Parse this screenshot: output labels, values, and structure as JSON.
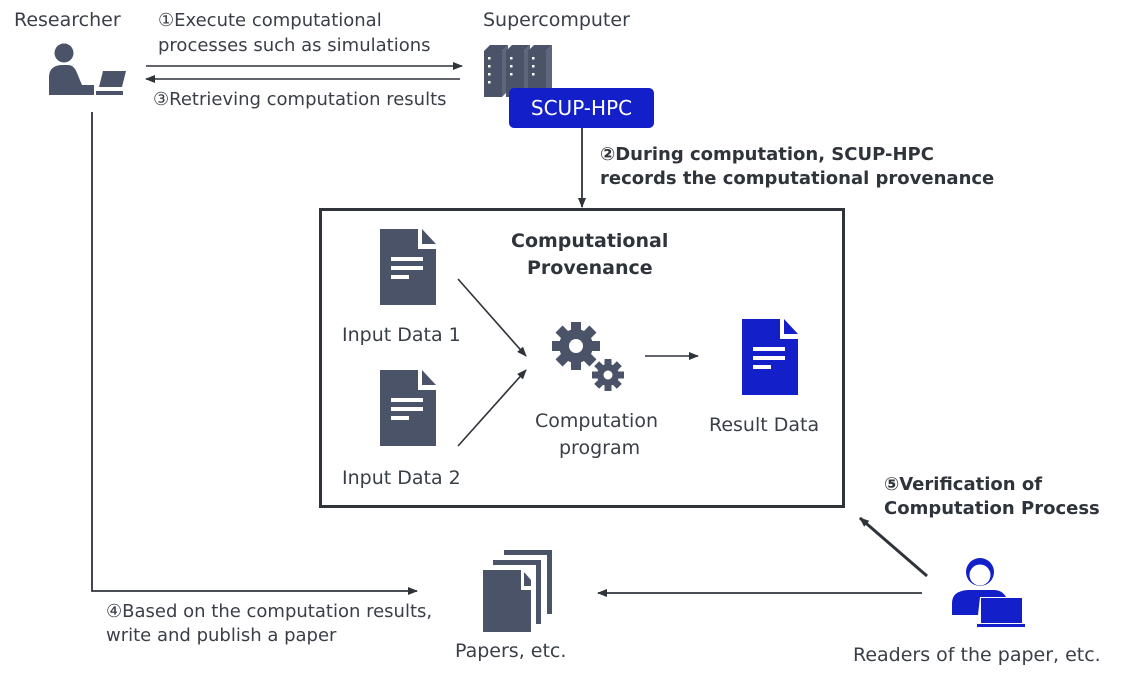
{
  "colors": {
    "icon_gray": "#4a5368",
    "accent_blue": "#1320c9",
    "line": "#2f343b",
    "text": "#3a3f47"
  },
  "actors": {
    "researcher": {
      "label": "Researcher",
      "icon": "researcher-at-laptop-icon"
    },
    "supercomputer": {
      "label": "Supercomputer",
      "icon": "server-racks-icon",
      "badge": "SCUP-HPC"
    },
    "readers": {
      "label": "Readers of the paper, etc.",
      "icon": "reader-at-laptop-icon"
    },
    "papers": {
      "label": "Papers, etc.",
      "icon": "stacked-documents-icon"
    }
  },
  "steps": {
    "step1": {
      "line1": "①Execute computational",
      "line2": "processes such as simulations"
    },
    "step2": {
      "line1": "②During computation, SCUP-HPC",
      "line2": "records the computational provenance"
    },
    "step3": {
      "line1": "③Retrieving computation results"
    },
    "step4": {
      "line1": "④Based on the computation results,",
      "line2": "write and publish a paper"
    },
    "step5": {
      "line1": "⑤Verification of",
      "line2": "Computation Process"
    }
  },
  "provenance": {
    "title_line1": "Computational",
    "title_line2": "Provenance",
    "input1": "Input Data 1",
    "input2": "Input Data 2",
    "program_line1": "Computation",
    "program_line2": "program",
    "result": "Result Data"
  }
}
